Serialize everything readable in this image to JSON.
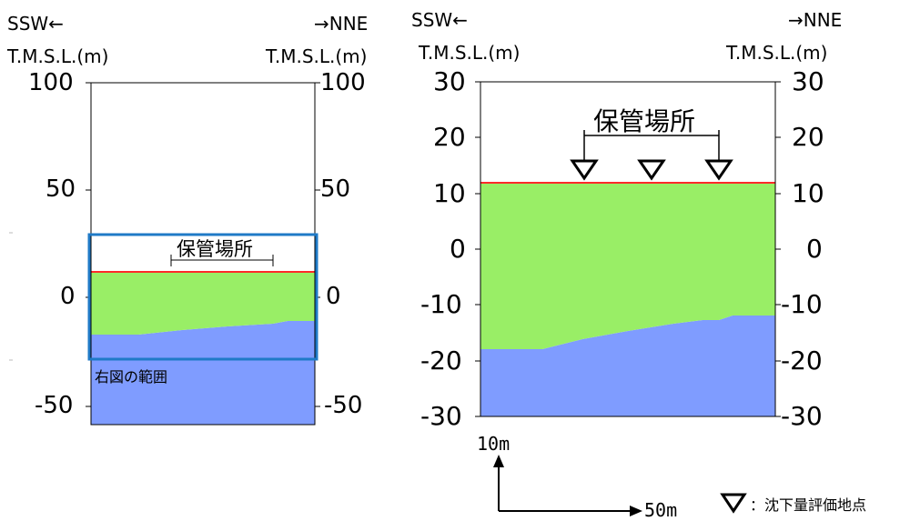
{
  "left_panel": {
    "dir_left": "SSW←",
    "dir_right": "→NNE",
    "axis_label_left": "T.M.S.L.(m)",
    "axis_label_right": "T.M.S.L.(m)",
    "ticks": [
      "100",
      "50",
      "0",
      "-50"
    ],
    "storage_label": "保管場所",
    "range_label": "右図の範囲"
  },
  "right_panel": {
    "dir_left": "SSW←",
    "dir_right": "→NNE",
    "axis_label_left": "T.M.S.L.(m)",
    "axis_label_right": "T.M.S.L.(m)",
    "ticks": [
      "30",
      "20",
      "10",
      "0",
      "-10",
      "-20",
      "-30"
    ],
    "storage_label": "保管場所"
  },
  "scale": {
    "vertical": "10m",
    "horizontal": "50m"
  },
  "legend": {
    "symbol_label": "：沈下量評価地点"
  },
  "colors": {
    "fill_layer": "#99ee66",
    "bedrock": "#7f9cff",
    "ground_surface": "#ff2a2a",
    "range_box": "#1f7ac7"
  }
}
